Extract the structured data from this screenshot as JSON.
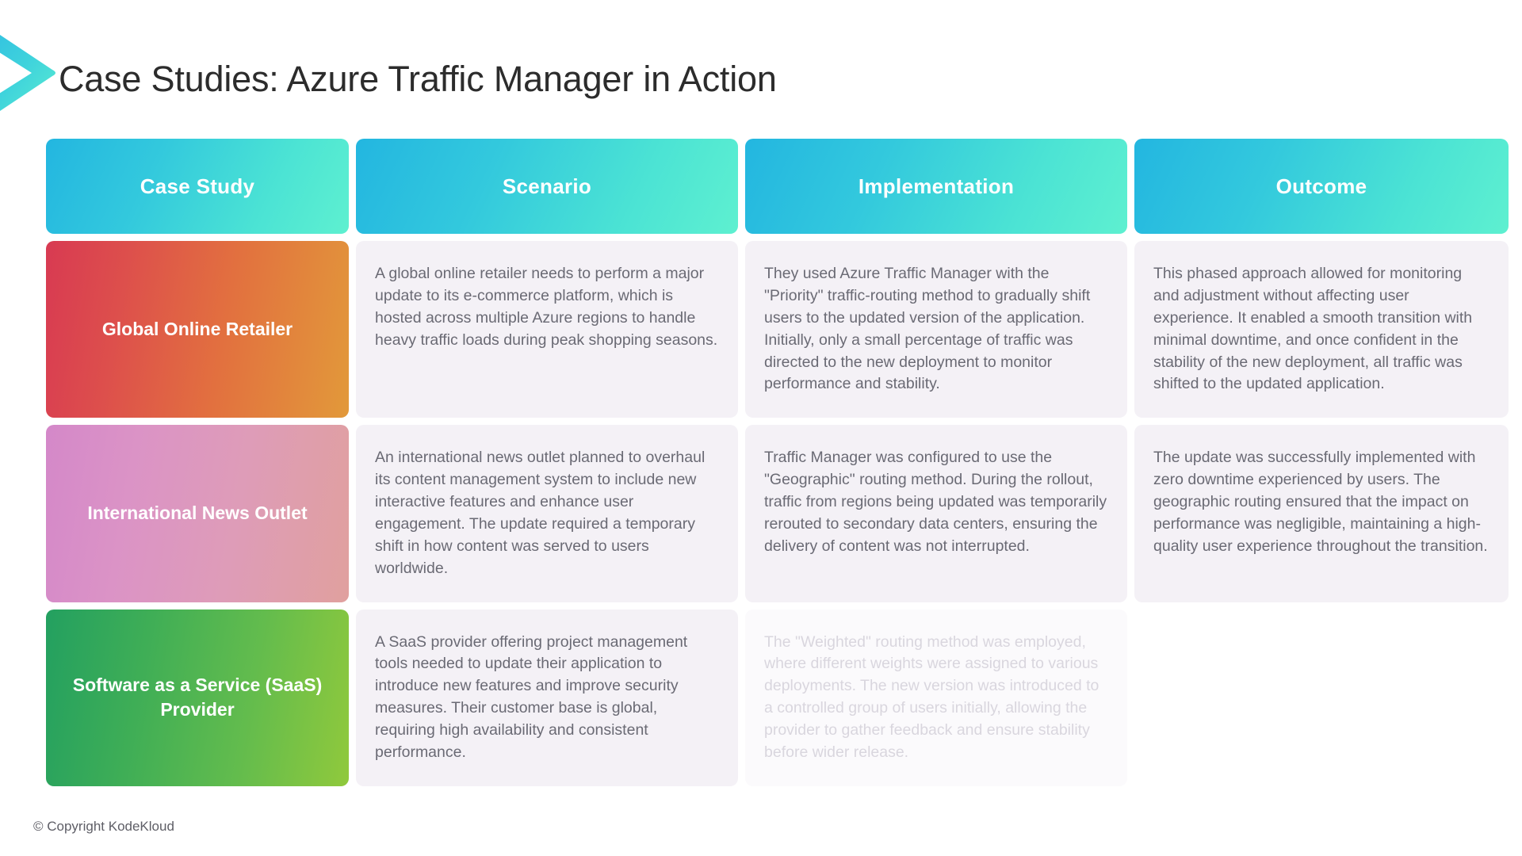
{
  "slide": {
    "title": "Case Studies: Azure Traffic Manager in Action",
    "logo_icon": "kodekloud-chevron-icon",
    "footer": "© Copyright KodeKloud",
    "accent_colors": {
      "header_gradient_start": "#23b6e0",
      "header_gradient_end": "#5ef0d0",
      "row1_gradient_start": "#d83a52",
      "row1_gradient_end": "#e2993a",
      "row2_gradient_start": "#d488c9",
      "row2_gradient_end": "#e0a09e",
      "row3_gradient_start": "#23a060",
      "row3_gradient_end": "#90c93c",
      "body_cell_background": "#f4f1f6",
      "body_text": "#6a6a74",
      "title_text": "#2c2c2c"
    }
  },
  "table": {
    "columns": [
      "Case Study",
      "Scenario",
      "Implementation",
      "Outcome"
    ],
    "rows": [
      {
        "case_study": "Global Online Retailer",
        "scenario": "A global online retailer needs to perform a major update to its e-commerce platform, which is hosted across multiple Azure regions to handle heavy traffic loads during peak shopping seasons.",
        "implementation": "They used Azure Traffic Manager with the \"Priority\" traffic-routing method to gradually shift users to the updated version of the application. Initially, only a small percentage of traffic was directed to the new deployment to monitor performance and stability.",
        "outcome": "This phased approach allowed for monitoring and adjustment without affecting user experience. It enabled a smooth transition with minimal downtime, and once confident in the stability of the new deployment, all traffic was shifted to the updated application."
      },
      {
        "case_study": "International News Outlet",
        "scenario": "An international news outlet planned to overhaul its content management system to include new interactive features and enhance user engagement. The update required a temporary shift in how content was served to users worldwide.",
        "implementation": "Traffic Manager was configured to use the \"Geographic\" routing method. During the rollout, traffic from regions being updated was temporarily rerouted to secondary data centers, ensuring the delivery of content was not interrupted.",
        "outcome": "The update was successfully implemented with zero downtime experienced by users. The geographic routing ensured that the impact on performance was negligible, maintaining a high-quality user experience throughout the transition."
      },
      {
        "case_study": "Software as a Service (SaaS) Provider",
        "scenario": "A SaaS provider offering project management tools needed to update their application to introduce new features and improve security measures. Their customer base is global, requiring high availability and consistent performance.",
        "implementation": "The \"Weighted\" routing method was employed, where different weights were assigned to various deployments. The new version was introduced to a controlled group of users initially, allowing the provider to gather feedback and ensure stability before wider release.",
        "outcome": ""
      }
    ]
  }
}
